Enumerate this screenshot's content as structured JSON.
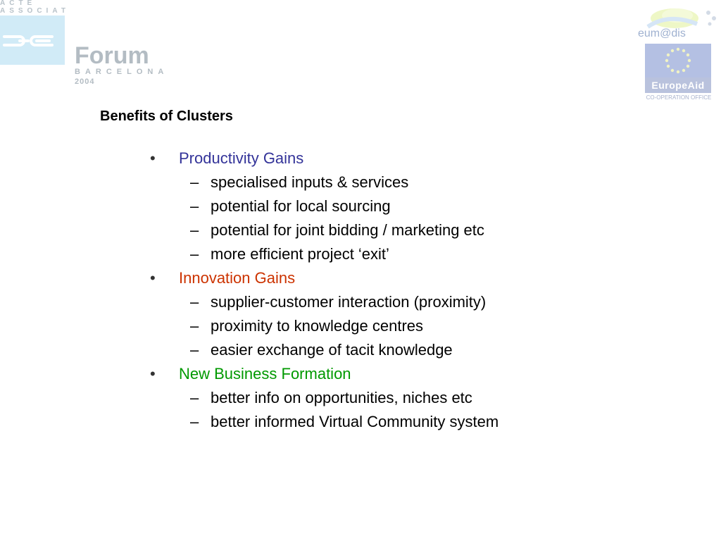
{
  "header": {
    "left_logo": {
      "acte_line1": "ACTE",
      "acte_line2": "ASSOCIAT",
      "forum": "Forum",
      "city": "BARCELONA",
      "year": "2004"
    },
    "right_logo": {
      "eumedis": "eum@dis",
      "europeaid": "EuropeAid",
      "cooperation_office": "CO-OPERATION OFFICE"
    }
  },
  "slide": {
    "title": "Benefits of Clusters",
    "sections": [
      {
        "heading": "Productivity Gains",
        "color": "#333399",
        "items": [
          "specialised inputs & services",
          "potential for local sourcing",
          "potential for joint bidding / marketing etc",
          "more efficient project ‘exit’"
        ]
      },
      {
        "heading": "Innovation Gains",
        "color": "#cc3300",
        "items": [
          "supplier-customer interaction (proximity)",
          "proximity to knowledge centres",
          "easier exchange of tacit knowledge"
        ]
      },
      {
        "heading": "New Business Formation",
        "color": "#009900",
        "items": [
          "better info on opportunities, niches etc",
          "better informed Virtual Community system"
        ]
      }
    ],
    "bullet_glyph": "•",
    "dash_glyph": "–"
  }
}
